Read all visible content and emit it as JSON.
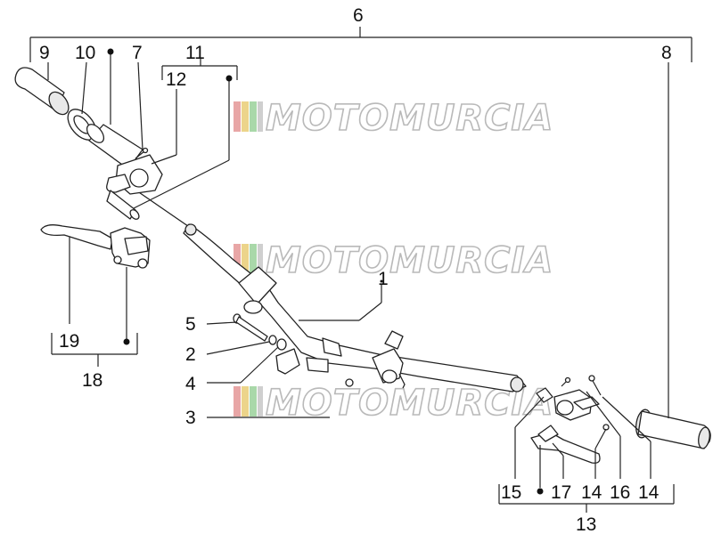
{
  "diagram": {
    "watermark_text": "MOTOMURCIA",
    "watermark_stripe_colors": [
      "#e8a6a6",
      "#ecd48a",
      "#a9d8a9",
      "#cfcfcf"
    ],
    "labels": {
      "l1": "1",
      "l2": "2",
      "l3": "3",
      "l4": "4",
      "l5": "5",
      "l6": "6",
      "l7": "7",
      "l8": "8",
      "l9": "9",
      "l10": "10",
      "l11": "11",
      "l12": "12",
      "l13": "13",
      "l14a": "14",
      "l14b": "14",
      "l15": "15",
      "l16": "16",
      "l17": "17",
      "l18": "18",
      "l19": "19"
    }
  }
}
